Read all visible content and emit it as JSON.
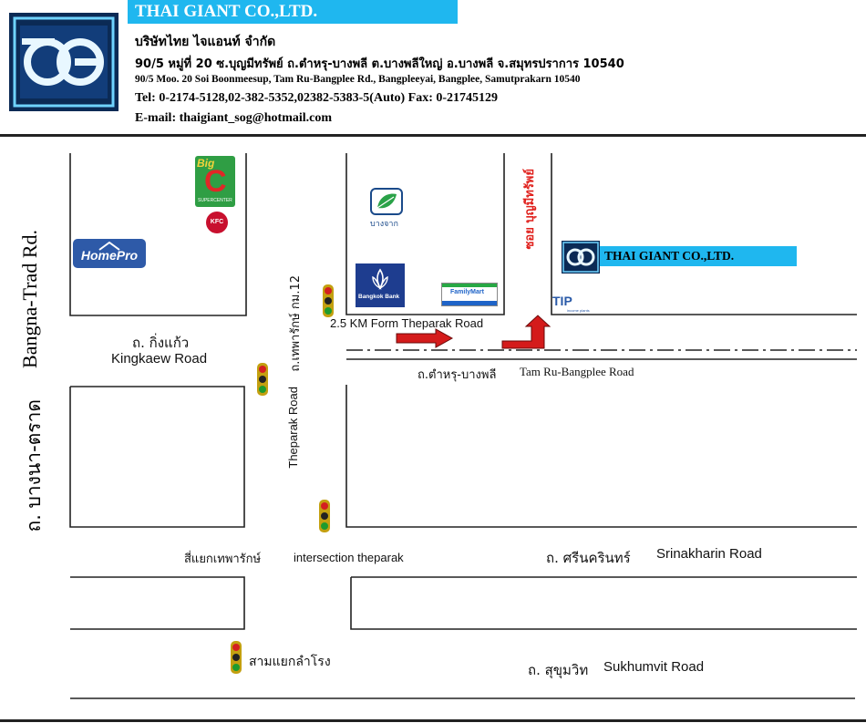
{
  "header": {
    "company_name": "THAI GIANT CO.,LTD.",
    "company_thai": "บริษัทไทย ไจแอนท์ จำกัด",
    "address_thai": "90/5 หมู่ที่ 20  ซ.บุญมีทรัพย์ ถ.ตำหรุ-บางพลี  ต.บางพลีใหญ่ อ.บางพลี จ.สมุทรปราการ 10540",
    "address_en": "90/5 Moo. 20 Soi Boonmeesup, Tam Ru-Bangplee Rd., Bangpleeyai, Bangplee, Samutprakarn 10540",
    "phone_fax": "Tel: 0-2174-5128,02-382-5352,02382-5383-5(Auto)  Fax: 0-21745129",
    "email": "E-mail: thaigiant_sog@hotmail.com"
  },
  "map": {
    "roads": {
      "bangna_en": "Bangna-Trad Rd.",
      "bangna_th": "ถ. บางนา-ตราด",
      "kingkaew_th": "ถ. กิ่งแก้ว",
      "kingkaew_en": "Kingkaew Road",
      "theparak_en": "Theparak Road",
      "theparak_th": "ถ.เทพารักษ์  กม.12",
      "tamru_th": "ถ.ตำหรุ-บางพลี",
      "tamru_en": "Tam Ru-Bangplee Road",
      "srinakharin_th": "ถ. ศรีนครินทร์",
      "srinakharin_en": "Srinakharin Road",
      "sukhumvit_th": "ถ. สุขุมวิท",
      "sukhumvit_en": "Sukhumvit Road",
      "soi_th": "ซอย  บุญมีทรัพย์"
    },
    "intersection_theparak_th": "สี่แยกเทพารักษ์",
    "intersection_theparak_en": "intersection theparak",
    "samyaek": "สามแยกลำโรง",
    "distance_note": "2.5 KM  Form Theparak Road",
    "landmarks": {
      "homepro": "HomePro",
      "bigc_big": "Big",
      "bigc_c": "C",
      "bigc_sub": "SUPERCENTER",
      "kfc": "KFC",
      "bangchak": "บางจาก",
      "bangkok_bank": "Bangkok Bank",
      "familymart": "FamilyMart",
      "tip": "TIP",
      "tip_sub": "income plants"
    },
    "destination": "THAI GIANT CO.,LTD.",
    "arrow_color": "#d41b1b",
    "accent_color": "#1fb7ef"
  }
}
